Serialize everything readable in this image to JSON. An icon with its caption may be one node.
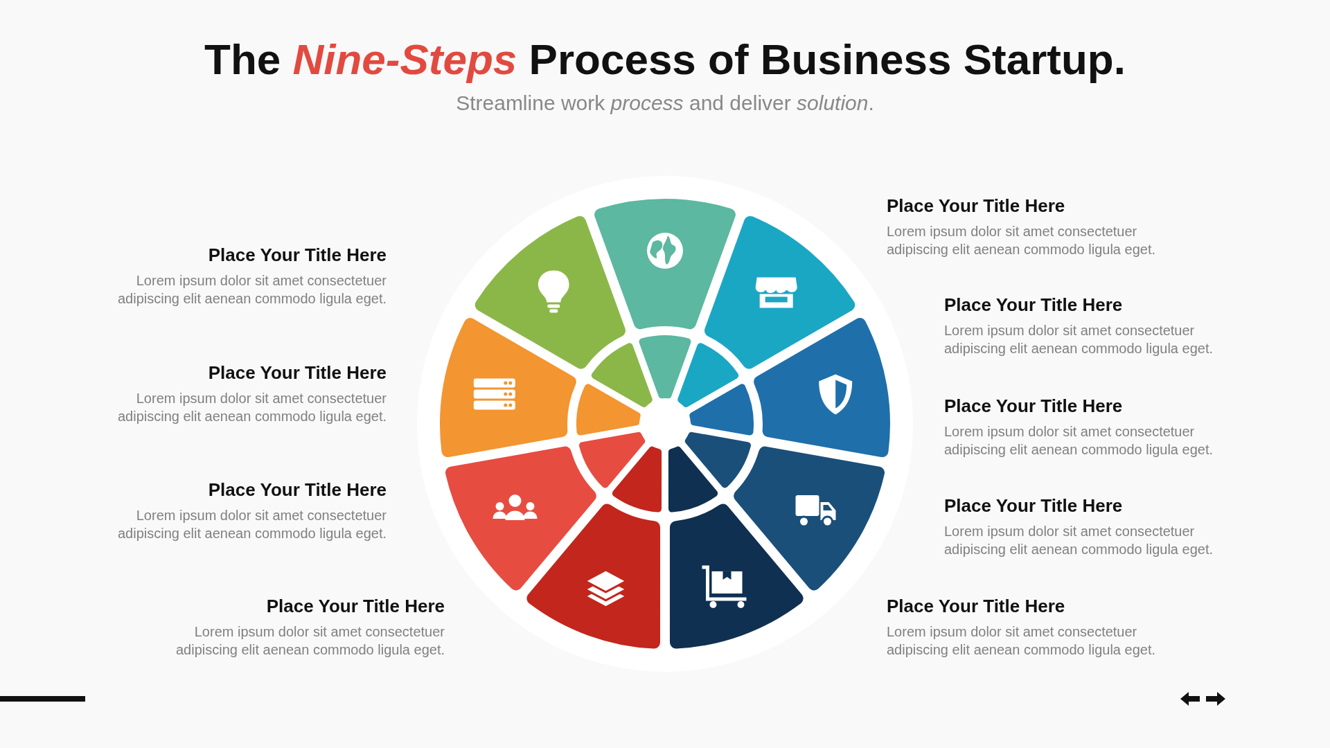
{
  "diagram": {
    "title": "The *Nine-Steps* Process of Business Startup.",
    "nodes": [
      {
        "text": [],
        "shape": "segment",
        "beside": [
          "Place Your Title Here",
          "Lorem ipsum dolor sit amet consectetuer adipiscing elit aenean commodo ligula eget."
        ]
      },
      {
        "text": [],
        "shape": "segment",
        "beside": [
          "Place Your Title Here",
          "Lorem ipsum dolor sit amet consectetuer adipiscing elit aenean commodo ligula eget."
        ]
      },
      {
        "text": [],
        "shape": "segment",
        "beside": [
          "Place Your Title Here",
          "Lorem ipsum dolor sit amet consectetuer adipiscing elit aenean commodo ligula eget."
        ]
      },
      {
        "text": [],
        "shape": "segment",
        "beside": [
          "Place Your Title Here",
          "Lorem ipsum dolor sit amet consectetuer adipiscing elit aenean commodo ligula eget."
        ]
      },
      {
        "text": [],
        "shape": "segment",
        "beside": [
          "Place Your Title Here",
          "Lorem ipsum dolor sit amet consectetuer adipiscing elit aenean commodo ligula eget."
        ]
      },
      {
        "text": [],
        "shape": "segment",
        "beside": [
          "Place Your Title Here",
          "Lorem ipsum dolor sit amet consectetuer adipiscing elit aenean commodo ligula eget."
        ]
      },
      {
        "text": [],
        "shape": "segment",
        "beside": [
          "Place Your Title Here",
          "Lorem ipsum dolor sit amet consectetuer adipiscing elit aenean commodo ligula eget."
        ]
      },
      {
        "text": [],
        "shape": "segment",
        "beside": [
          "Place Your Title Here",
          "Lorem ipsum dolor sit amet consectetuer adipiscing elit aenean commodo ligula eget."
        ]
      },
      {
        "text": [],
        "shape": "segment",
        "beside": [
          "Place Your Title Here",
          "Lorem ipsum dolor sit amet consectetuer adipiscing elit aenean commodo ligula eget."
        ]
      }
    ],
    "edges": [],
    "labels": [
      "Streamline work *process* and deliver *solution*."
    ]
  }
}
